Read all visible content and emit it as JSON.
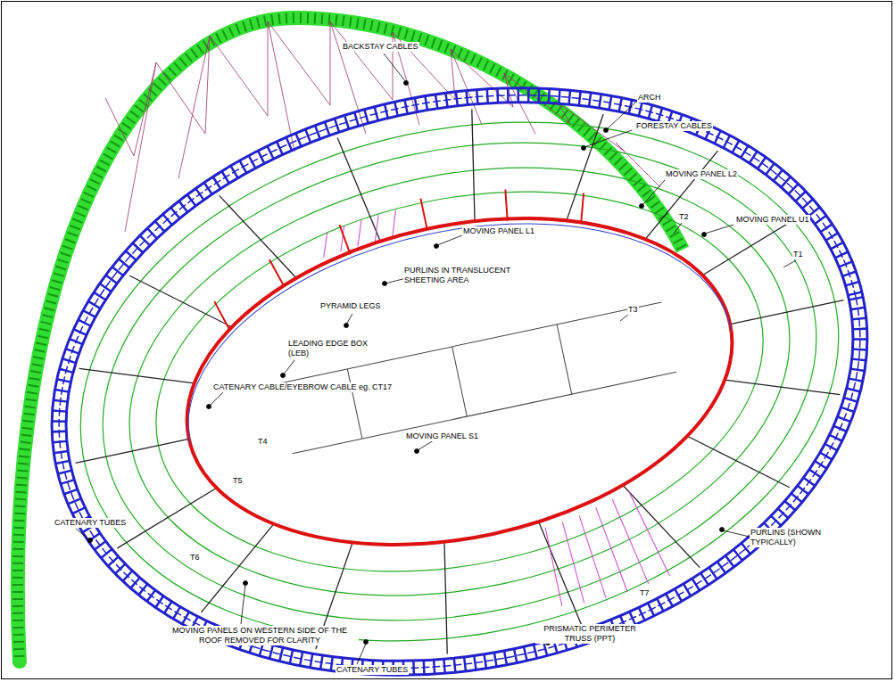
{
  "diagram": {
    "labels": [
      "BACKSTAY CABLES",
      "ARCH",
      "FORESTAY CABLES",
      "MOVING PANEL L2",
      "T2",
      "MOVING PANEL U1",
      "T1",
      "MOVING PANEL L1",
      "PURLINS IN TRANSLUCENT SHEETING AREA",
      "T3",
      "PYRAMID LEGS",
      "LEADING EDGE BOX (LEB)",
      "CATENARY CABLE/EYEBROW CABLE eg. CT17",
      "T4",
      "T5",
      "MOVING PANEL S1",
      "CATENARY TUBES",
      "PURLINS (SHOWN TYPICALLY)",
      "T6",
      "T7",
      "MOVING PANELS ON WESTERN SIDE OF THE ROOF REMOVED FOR CLARITY",
      "CATENARY TUBES",
      "PRISMATIC PERIMETER TRUSS (PPT)"
    ]
  }
}
